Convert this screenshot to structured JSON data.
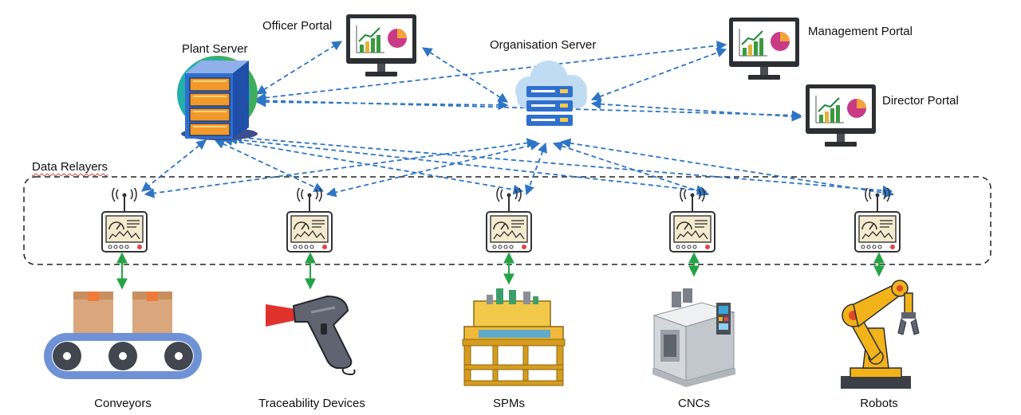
{
  "labels": {
    "plant_server": "Plant Server",
    "officer_portal": "Officer Portal",
    "organisation_server": "Organisation Server",
    "management_portal": "Management Portal",
    "director_portal": "Director Portal",
    "data_relayers": "Data Relayers",
    "conveyors": "Conveyors",
    "traceability_devices": "Traceability Devices",
    "spms": "SPMs",
    "cncs": "CNCs",
    "robots": "Robots"
  },
  "colors": {
    "dashed_link": "#2e75c5",
    "device_link": "#23a345",
    "boundary": "#222222",
    "monitor_frame": "#2c2f33",
    "server_blue": "#2f6fd0",
    "server_orange": "#f19a2b",
    "cloud": "#bfdcf3",
    "conveyor_belt": "#6f92d6",
    "box": "#d9a77b",
    "robot_yellow": "#f2b21a",
    "scanner_grey": "#5f6470",
    "cnc_grey": "#d4d8dd"
  },
  "icons": {
    "plant_server": "server-rack-icon",
    "organisation_server": "cloud-server-icon",
    "portals": "monitor-dashboard-icon",
    "relayers": "wireless-gauge-panel-icon",
    "conveyors": "conveyor-belt-icon",
    "traceability_devices": "barcode-scanner-icon",
    "spms": "special-purpose-machine-icon",
    "cncs": "cnc-machine-icon",
    "robots": "robot-arm-icon"
  }
}
